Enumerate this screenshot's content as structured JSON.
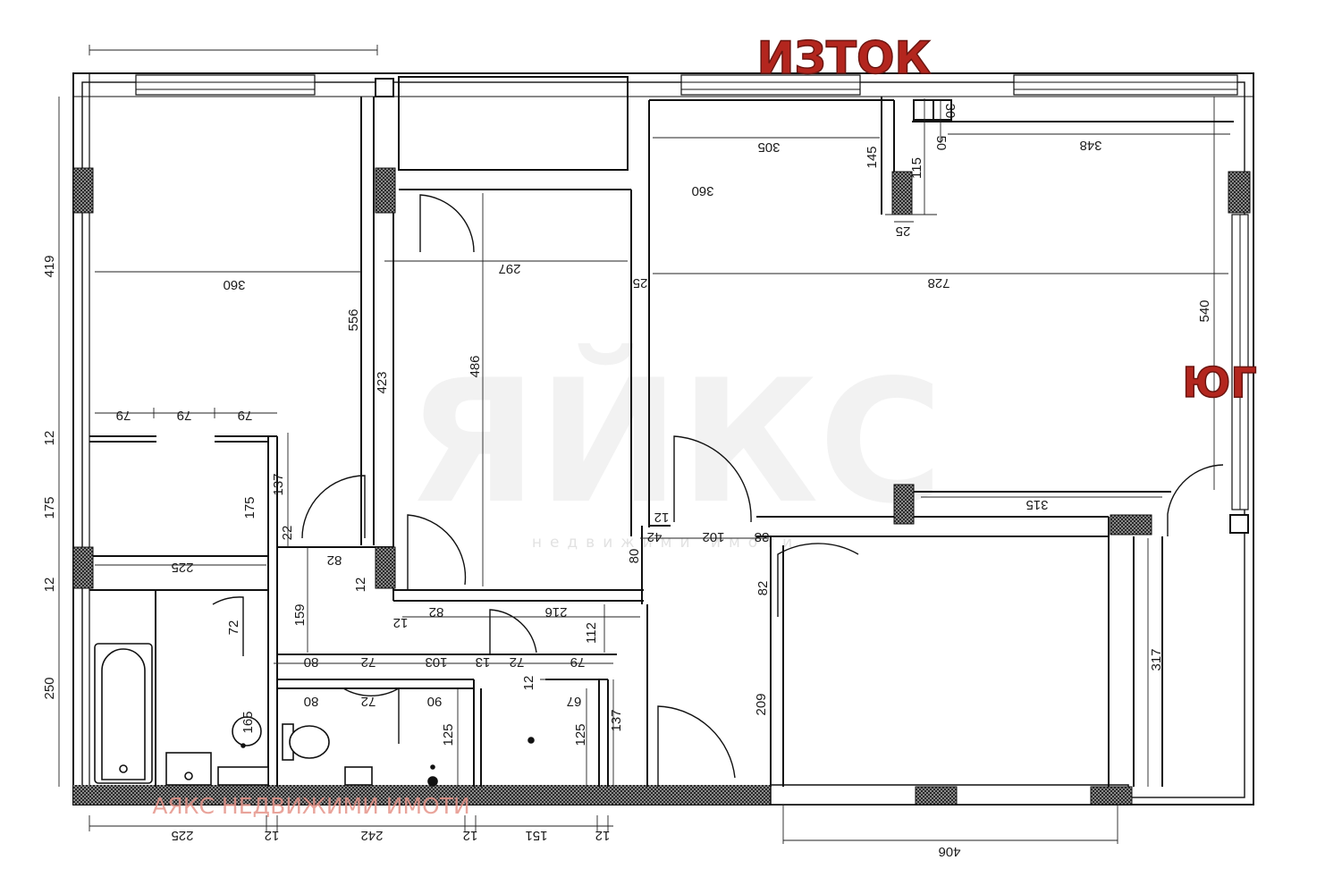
{
  "compass": {
    "east": "ИЗТОК",
    "south": "ЮГ"
  },
  "watermark": {
    "logo": "ЯЙКС",
    "subtitle": "недвижими имоти",
    "agency": "АЯКС НЕДВИЖИМИ ИМОТИ"
  },
  "dimensions": {
    "top_360": "360",
    "left_419": "419",
    "room1_360": "360",
    "v_556": "556",
    "v_423": "423",
    "w_297": "297",
    "v_486": "486",
    "w_25a": "25",
    "w_728": "728",
    "w_305": "305",
    "v_145": "145",
    "v_115": "115",
    "v_50": "50",
    "w_30": "30",
    "w_25b": "25",
    "w_348": "348",
    "v_540": "540",
    "w_79a": "79",
    "w_79b": "79",
    "w_79c": "79",
    "v_12a": "12",
    "v_175a": "175",
    "v_175b": "175",
    "v_137a": "137",
    "v_22": "22",
    "w_225a": "225",
    "v_12b": "12",
    "w_82a": "82",
    "v_12c": "12",
    "v_159": "159",
    "w_12d": "12",
    "w_82b": "82",
    "w_216": "216",
    "v_112": "112",
    "v_80a": "80",
    "w_12e": "12",
    "w_42": "42",
    "w_102": "102",
    "w_38": "38",
    "v_82c": "82",
    "w_315": "315",
    "v_317": "317",
    "v_250": "250",
    "v_72a": "72",
    "w_80b": "80",
    "w_72b": "72",
    "w_103": "103",
    "w_13": "13",
    "w_72c": "72",
    "w_79d": "79",
    "v_12f": "12",
    "w_67": "67",
    "w_80c": "80",
    "w_72d": "72",
    "w_90": "90",
    "v_165": "165",
    "v_125a": "125",
    "v_125b": "125",
    "v_137b": "137",
    "v_209": "209",
    "w_225b": "225",
    "w_12g": "12",
    "w_242": "242",
    "w_12h": "12",
    "w_151": "151",
    "w_12i": "12",
    "w_406": "406"
  }
}
